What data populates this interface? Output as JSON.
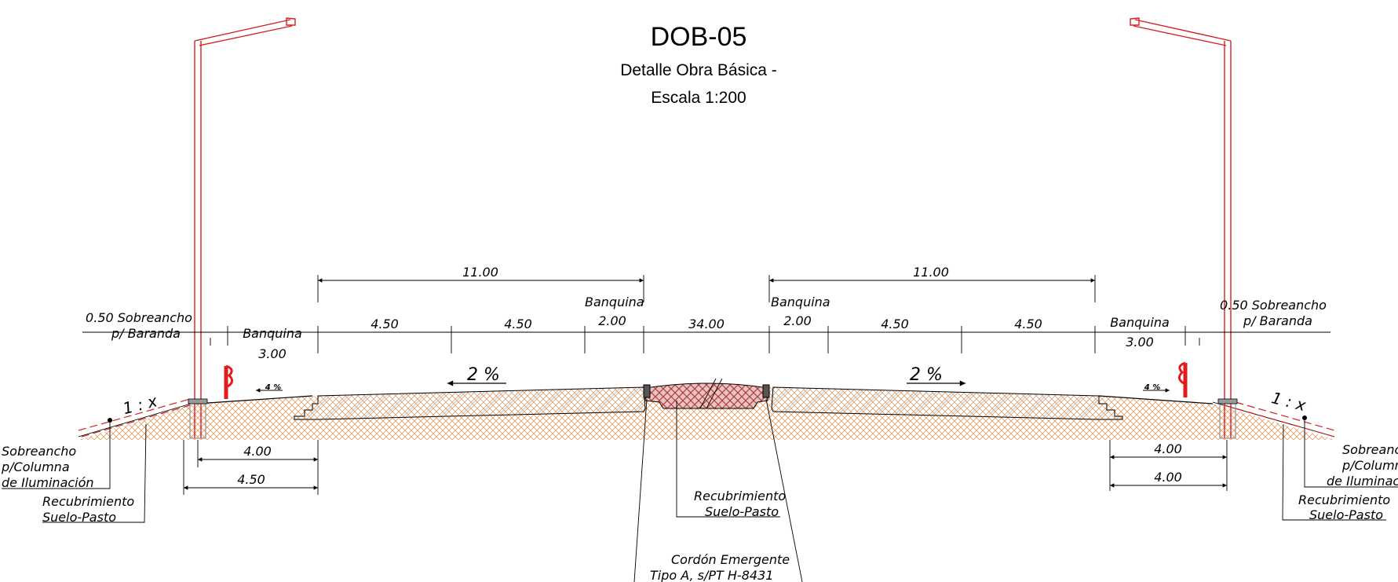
{
  "title": "DOB-05",
  "subtitle_1": "Detalle Obra Básica -",
  "subtitle_2": "Escala 1:200",
  "dimensions": {
    "left_roadway": "11.00",
    "right_roadway": "11.00",
    "lane_a": "4.50",
    "lane_b": "4.50",
    "lane_c": "4.50",
    "lane_d": "4.50",
    "inner_shoulder_left": "2.00",
    "inner_shoulder_right": "2.00",
    "median": "34.00",
    "outer_shoulder_left": "3.00",
    "outer_shoulder_right": "3.00",
    "left_bottom_1": "4.00",
    "left_bottom_2": "4.50",
    "right_bottom_1": "4.00",
    "right_bottom_2": "4.00"
  },
  "labels": {
    "banquina": "Banquina",
    "sobreancho_baranda_left_1": "0.50  Sobreancho",
    "sobreancho_baranda_left_2": "p/  Baranda",
    "sobreancho_baranda_right_1": "0.50  Sobreancho",
    "sobreancho_baranda_right_2": "p/  Baranda",
    "slope_main": "2  %",
    "slope_shoulder": "4 %",
    "ratio": "1  :  x",
    "sobreancho_col_1": "Sobreancho",
    "sobreancho_col_2": "p/Columna",
    "sobreancho_col_3": "de  Iluminación",
    "recubrimiento_1": "Recubrimiento",
    "recubrimiento_2": "Suelo-Pasto",
    "cordon_1": "Cordón  Emergente",
    "cordon_2": "Tipo  A,  s/PT  H-8431"
  },
  "colors": {
    "line": "#000000",
    "accent_red": "#d81f1f",
    "soil_hatch": "#e0a070",
    "pavement_hatch": "#b8b8b8",
    "median_fill": "#b53a3a"
  }
}
